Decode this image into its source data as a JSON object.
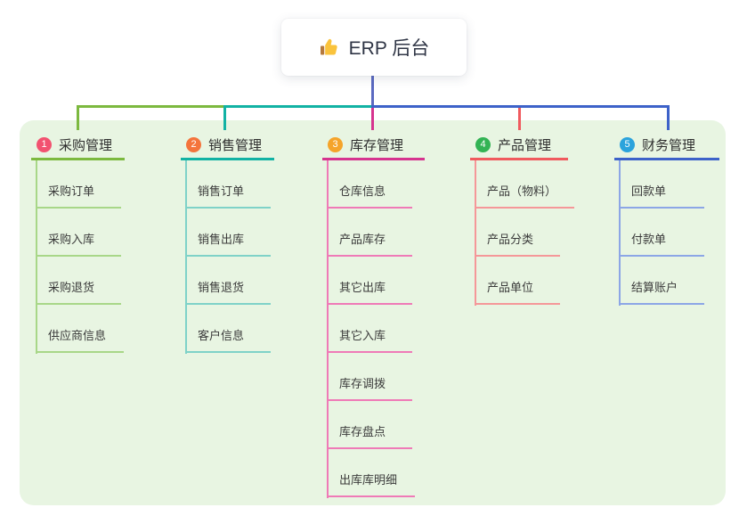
{
  "root": {
    "title": "ERP 后台",
    "icon": "thumbs-up-icon"
  },
  "canvas": {
    "background_color": "#ffffff",
    "panel_color": "#e8f5e2",
    "root_connector_color": "#5b6ac1"
  },
  "branches": [
    {
      "number": "1",
      "title": "采购管理",
      "badge_color": "#f25270",
      "line_color": "#7cb93f",
      "child_line_color": "#a8d788",
      "children": [
        "采购订单",
        "采购入库",
        "采购退货",
        "供应商信息"
      ]
    },
    {
      "number": "2",
      "title": "销售管理",
      "badge_color": "#f4743c",
      "line_color": "#12b2a4",
      "child_line_color": "#7fd2c8",
      "children": [
        "销售订单",
        "销售出库",
        "销售退货",
        "客户信息"
      ]
    },
    {
      "number": "3",
      "title": "库存管理",
      "badge_color": "#f5a42a",
      "line_color": "#d6348f",
      "child_line_color": "#ef7ab7",
      "children": [
        "仓库信息",
        "产品库存",
        "其它出库",
        "其它入库",
        "库存调拨",
        "库存盘点",
        "出库库明细"
      ]
    },
    {
      "number": "4",
      "title": "产品管理",
      "badge_color": "#32b354",
      "line_color": "#f05a5e",
      "child_line_color": "#f59799",
      "children": [
        "产品（物料）",
        "产品分类",
        "产品单位"
      ]
    },
    {
      "number": "5",
      "title": "财务管理",
      "badge_color": "#2ba3dc",
      "line_color": "#3d62c9",
      "child_line_color": "#8ca6e6",
      "children": [
        "回款单",
        "付款单",
        "结算账户"
      ]
    }
  ]
}
